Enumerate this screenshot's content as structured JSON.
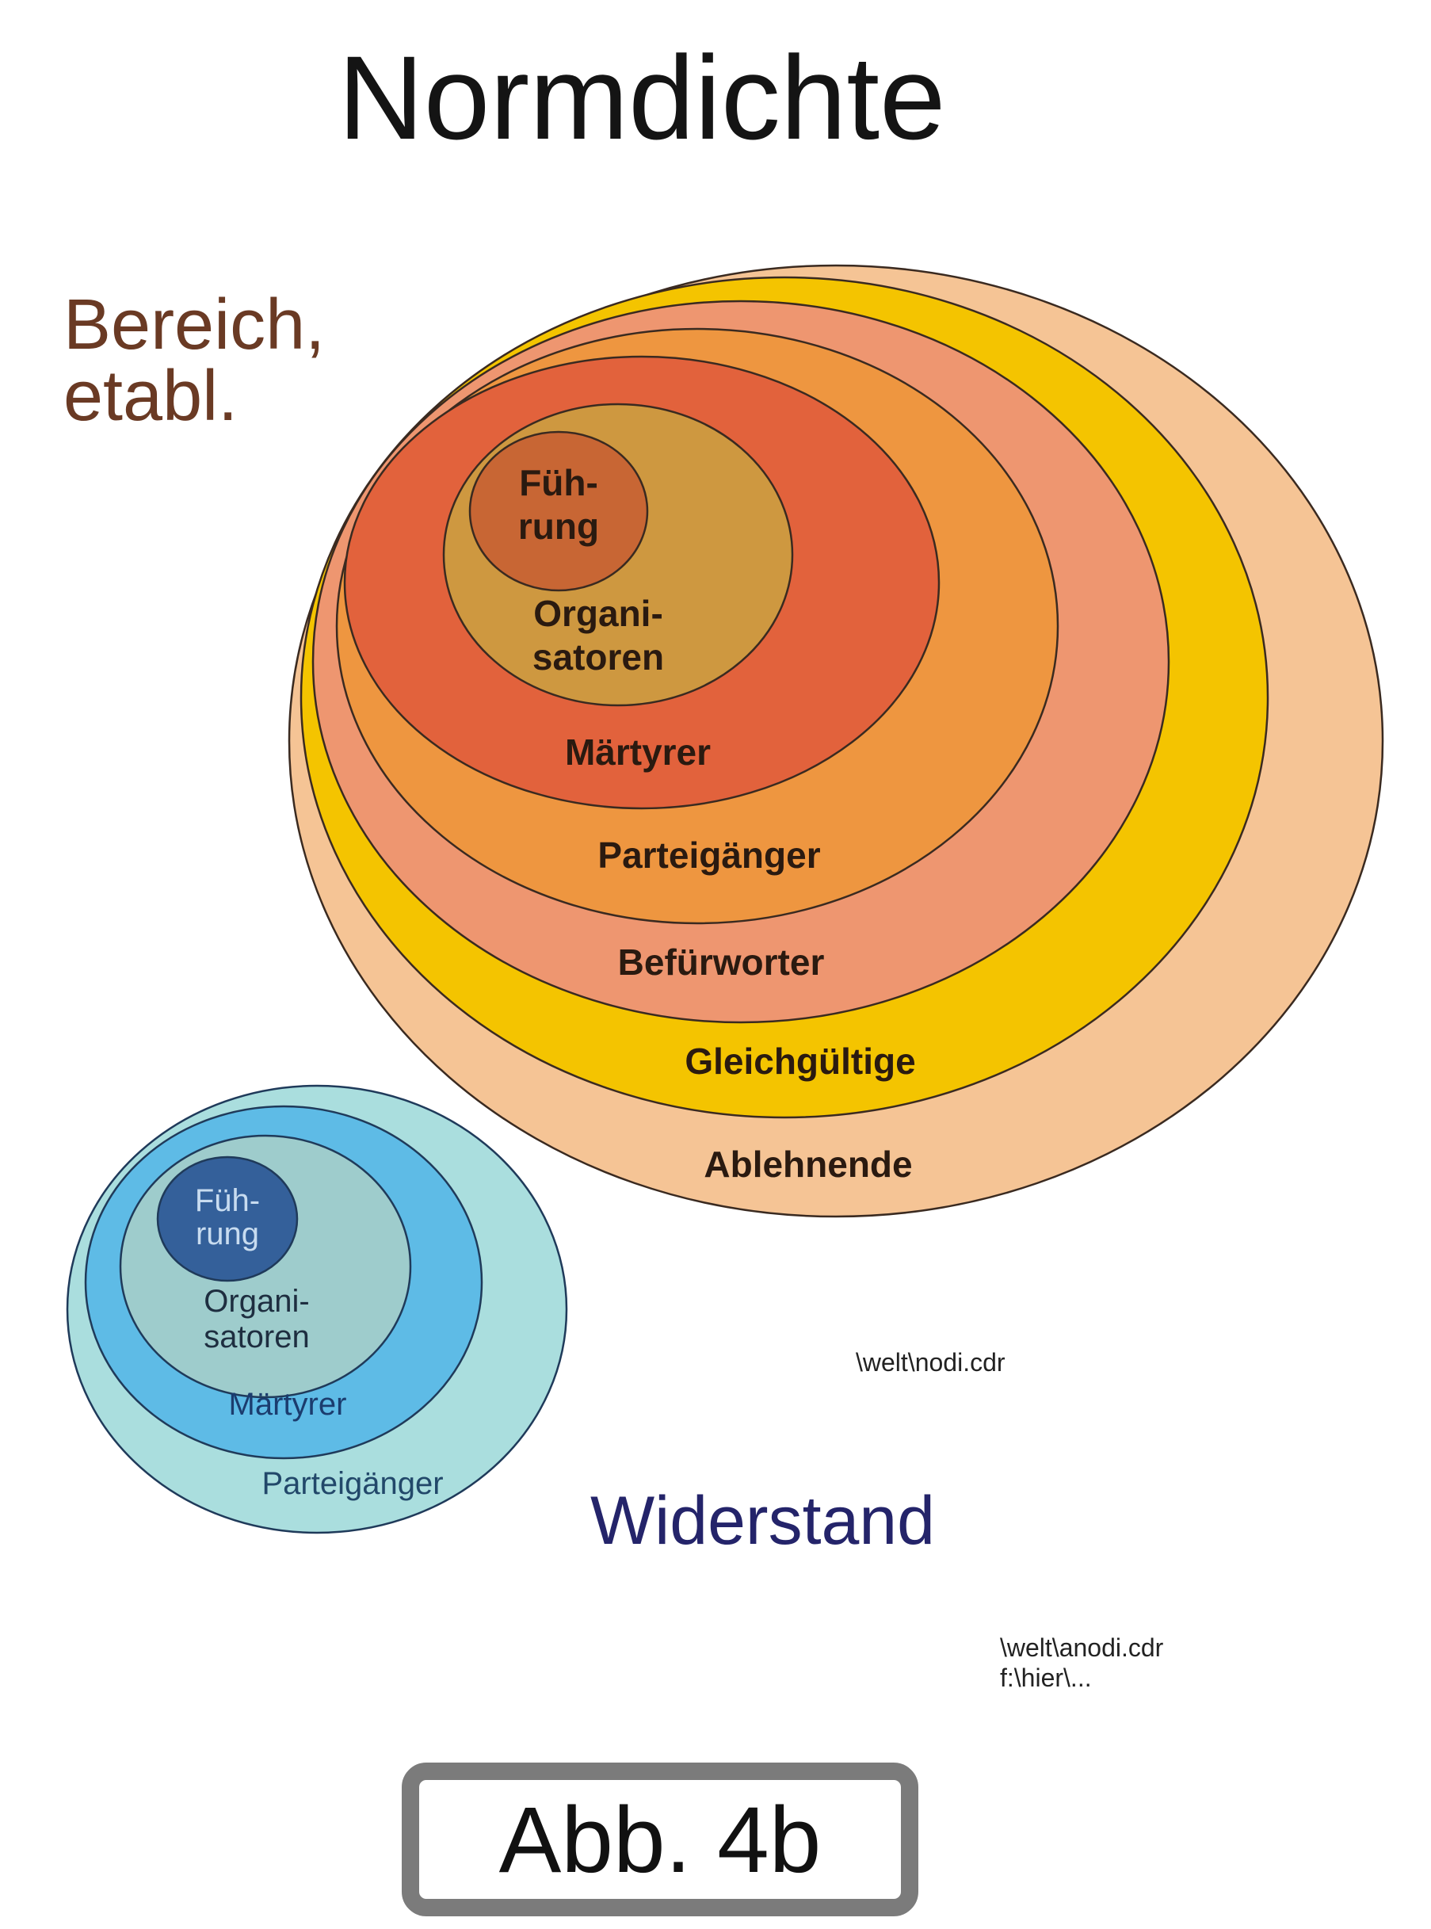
{
  "title": "Normdichte",
  "established": {
    "label_lines": [
      "Bereich,",
      "etabl."
    ],
    "rings": [
      {
        "key": "ablehnende",
        "label": [
          "Ablehnende"
        ],
        "color": "#F5C495"
      },
      {
        "key": "gleichgueltige",
        "label": [
          "Gleichgültige"
        ],
        "color": "#F4C400"
      },
      {
        "key": "befuerworter",
        "label": [
          "Befürworter"
        ],
        "color": "#EE9670"
      },
      {
        "key": "parteigaenger",
        "label": [
          "Parteigänger"
        ],
        "color": "#EE9640"
      },
      {
        "key": "maertyrer",
        "label": [
          "Märtyrer"
        ],
        "color": "#E2623C"
      },
      {
        "key": "organisatoren",
        "label": [
          "Organi-",
          "satoren"
        ],
        "color": "#CE9840"
      },
      {
        "key": "fuehrung",
        "label": [
          "Füh-",
          "rung"
        ],
        "color": "#C86634"
      }
    ]
  },
  "resistance": {
    "label": "Widerstand",
    "rings": [
      {
        "key": "parteigaenger",
        "label": [
          "Parteigänger"
        ],
        "color": "#AADEDE"
      },
      {
        "key": "maertyrer",
        "label": [
          "Märtyrer"
        ],
        "color": "#5EBBE6"
      },
      {
        "key": "organisatoren",
        "label": [
          "Organi-",
          "satoren"
        ],
        "color": "#9ECCCC"
      },
      {
        "key": "fuehrung",
        "label": [
          "Füh-",
          "rung"
        ],
        "color": "#34609A"
      }
    ]
  },
  "file_notes": {
    "note1": "\\welt\\nodi.cdr",
    "note2_line1": "\\welt\\anodi.cdr",
    "note2_line2": "f:\\hier\\..."
  },
  "figure_label": "Abb. 4b"
}
